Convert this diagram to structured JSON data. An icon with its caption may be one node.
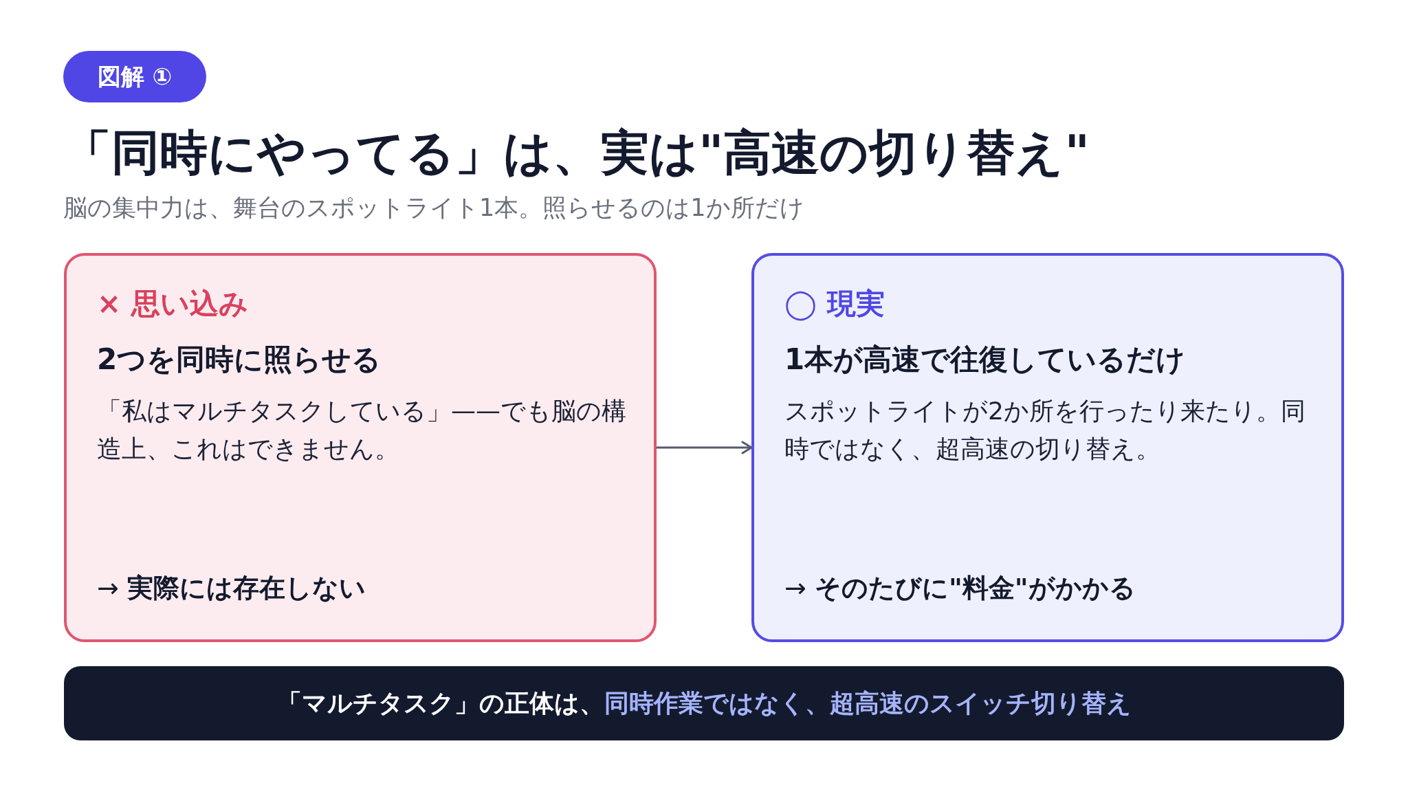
{
  "diagram": {
    "title": "「同時にやってる」は、実は\"高速の切り替え\"",
    "nodes": [
      {
        "text": [
          "図解 ①"
        ]
      },
      {
        "text": [
          "× 思い込み",
          "2つを同時に照らせる",
          "「私はマルチタスクしている」——でも脳の構造上、これはできません。",
          "→ **実際には存在しない**"
        ]
      },
      {
        "text": [
          "◯ 現実",
          "1本が高速で往復しているだけ",
          "スポットライトが2か所を行ったり来たり。同時ではなく、超高速の切り替え。",
          "→ **そのたびに\"料金\"がかかる**"
        ]
      },
      {
        "text": [
          "「マルチタスク」の正体は、",
          "同時作業ではなく、超高速のスイッチ切り替え"
        ]
      }
    ],
    "edges": [
      {
        "from": 1,
        "to": 2,
        "arrow": "to"
      }
    ],
    "labels": [
      "脳の集中力は、舞台のスポットライト1本。照らせるのは1か所だけ"
    ]
  }
}
